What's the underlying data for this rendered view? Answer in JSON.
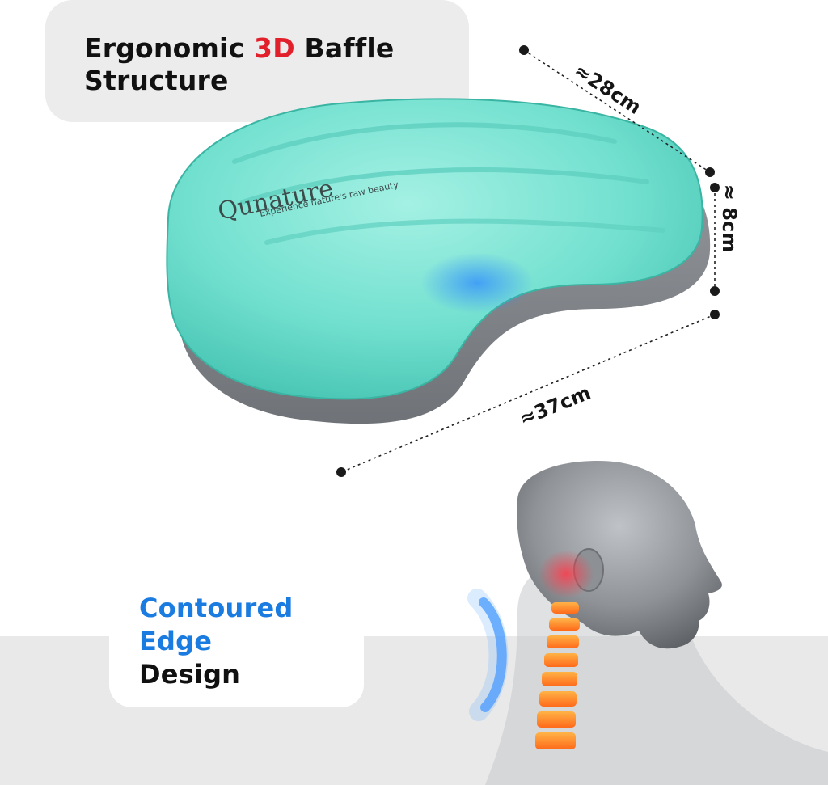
{
  "headline_top": {
    "part1": "Ergonomic ",
    "highlight": "3D",
    "part2": " Baffle",
    "line2": "Structure"
  },
  "headline_bottom": {
    "line1": "Contoured",
    "line2": "Edge",
    "line3": "Design"
  },
  "brand": {
    "name": "Qunature",
    "tagline": "Experience nature's raw beauty"
  },
  "dimensions": {
    "depth": "≈28cm",
    "height": "≈ 8cm",
    "width": "≈37cm"
  },
  "colors": {
    "pillow_teal": "#6fe0cf",
    "pillow_base": "#8a8e93",
    "highlight_red": "#e2202b",
    "highlight_blue": "#1a7be0",
    "text_dark": "#111111",
    "panel_gray": "#e9e9e9"
  }
}
